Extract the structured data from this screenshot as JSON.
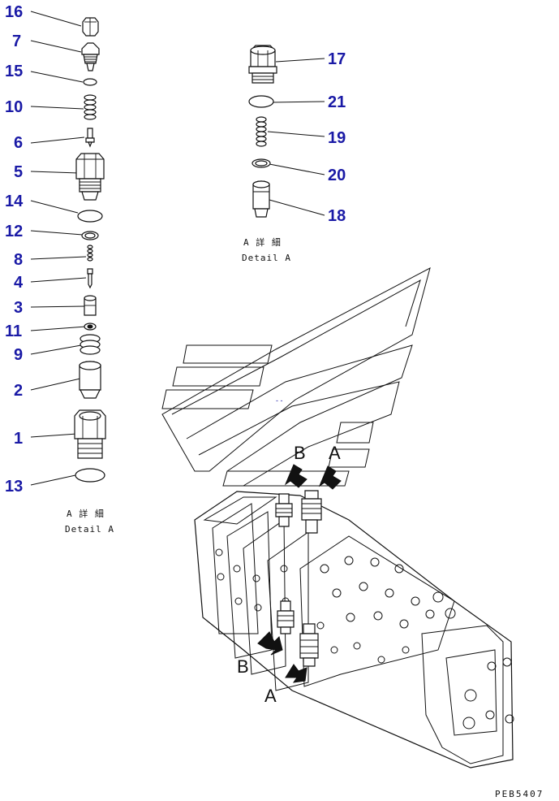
{
  "left_callouts": [
    {
      "num": "16",
      "part": "cap-nut"
    },
    {
      "num": "7",
      "part": "adjust-screw"
    },
    {
      "num": "15",
      "part": "small-o-ring"
    },
    {
      "num": "10",
      "part": "spring"
    },
    {
      "num": "6",
      "part": "pilot-poppet"
    },
    {
      "num": "5",
      "part": "body-plug"
    },
    {
      "num": "14",
      "part": "o-ring"
    },
    {
      "num": "12",
      "part": "backup-ring"
    },
    {
      "num": "8",
      "part": "small-spring"
    },
    {
      "num": "4",
      "part": "pin"
    },
    {
      "num": "3",
      "part": "sleeve"
    },
    {
      "num": "11",
      "part": "washer"
    },
    {
      "num": "9",
      "part": "spring-large"
    },
    {
      "num": "2",
      "part": "main-poppet"
    },
    {
      "num": "1",
      "part": "housing"
    },
    {
      "num": "13",
      "part": "housing-o-ring"
    }
  ],
  "right_callouts": [
    {
      "num": "17",
      "part": "plug"
    },
    {
      "num": "21",
      "part": "o-ring"
    },
    {
      "num": "19",
      "part": "spring"
    },
    {
      "num": "20",
      "part": "backup-ring"
    },
    {
      "num": "18",
      "part": "poppet"
    }
  ],
  "caption_left": {
    "jp": "A 詳 細",
    "en": "Detail A"
  },
  "caption_right": {
    "jp": "A 詳 細",
    "en": "Detail A"
  },
  "view_labels": {
    "b_top": "B",
    "a_top": "A",
    "b_side": "B",
    "a_side": "A"
  },
  "drawing_code": "PEB5407",
  "colors": {
    "callout": "#1a1aa6",
    "line": "#111111"
  }
}
